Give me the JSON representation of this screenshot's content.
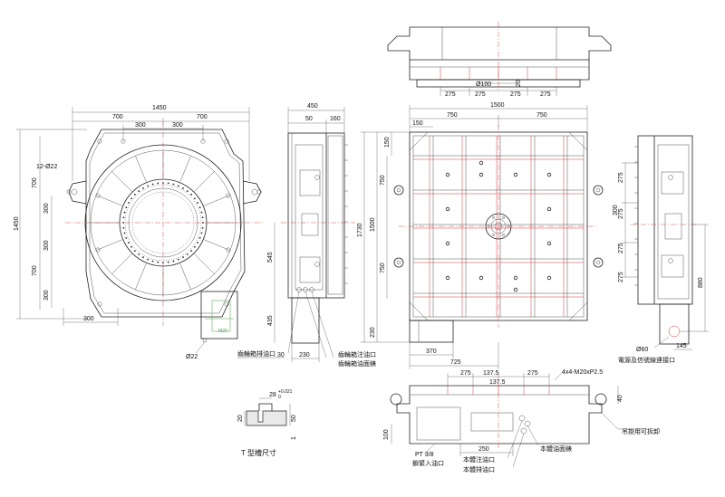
{
  "dims": {
    "left_width": "1450",
    "left_700a": "700",
    "left_700b": "700",
    "left_300a": "300",
    "left_300b": "300",
    "left_holes": "12-Ø22",
    "left_h_1450": "1450",
    "left_h_700a": "700",
    "left_h_700b": "700",
    "left_h_300a": "300",
    "left_h_300b": "300",
    "left_h_300c": "300",
    "left_bottom_300": "300",
    "left_hole_dia": "Ø22",
    "left_small_label": "M20",
    "side_450": "450",
    "side_50": "50",
    "side_160": "160",
    "side_545": "545",
    "side_435": "435",
    "side_30": "30",
    "side_230": "230",
    "main_1500": "1500",
    "main_750a": "750",
    "main_750b": "750",
    "main_150a": "150",
    "main_150b": "150",
    "main_1730": "1730",
    "main_1500v": "1500",
    "main_750c": "750",
    "main_750d": "750",
    "main_230": "230",
    "main_370": "370",
    "main_725": "725",
    "right_275a": "275",
    "right_275b": "275",
    "right_300": "300",
    "right_275c": "275",
    "right_275d": "275",
    "right_880": "880",
    "right_phi60": "Ø60",
    "right_145": "145",
    "top_phi100": "Ø100",
    "top_20": "20",
    "top_275a": "275",
    "top_275b": "275",
    "top_275c": "275",
    "top_275d": "275",
    "front_275a": "275",
    "front_1375a": "137.5",
    "front_275b": "275",
    "front_1375b": "137.5",
    "front_tap": "4x4-M20xP2.5",
    "front_40": "40",
    "front_100": "100",
    "front_250": "250",
    "front_pt": "PT 3/8",
    "tslot_28": "28",
    "tslot_tol": "+0.021",
    "tslot_tol0": "0",
    "tslot_20": "20",
    "tslot_50": "50",
    "tslot_1": "1"
  },
  "labels": {
    "gearbox_drain": "齒輪箱排油口",
    "gearbox_fill": "齒輪箱注油口",
    "gearbox_level": "齒輪箱油面錶",
    "power_connector": "電源及信號線連接口",
    "hoist_ring": "吊掛用可拆卸",
    "lock_oil_inlet": "鎖緊入油口",
    "body_fill": "本體注油口",
    "body_drain": "本體排油口",
    "body_level": "本體油面錶",
    "tslot_title": "T 型槽尺寸"
  }
}
